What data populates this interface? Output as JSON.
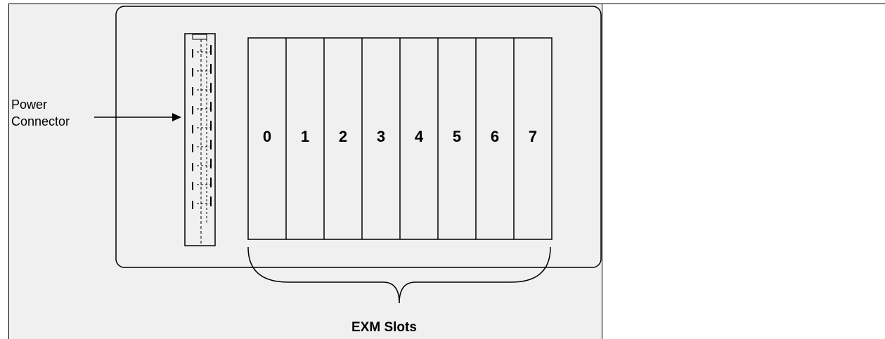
{
  "power_connector": {
    "label_line1": "Power",
    "label_line2": "Connector"
  },
  "exm_slots": {
    "label": "EXM Slots",
    "slots": [
      "0",
      "1",
      "2",
      "3",
      "4",
      "5",
      "6",
      "7"
    ]
  },
  "colors": {
    "background": "#f0f0f0",
    "line": "#000000"
  }
}
